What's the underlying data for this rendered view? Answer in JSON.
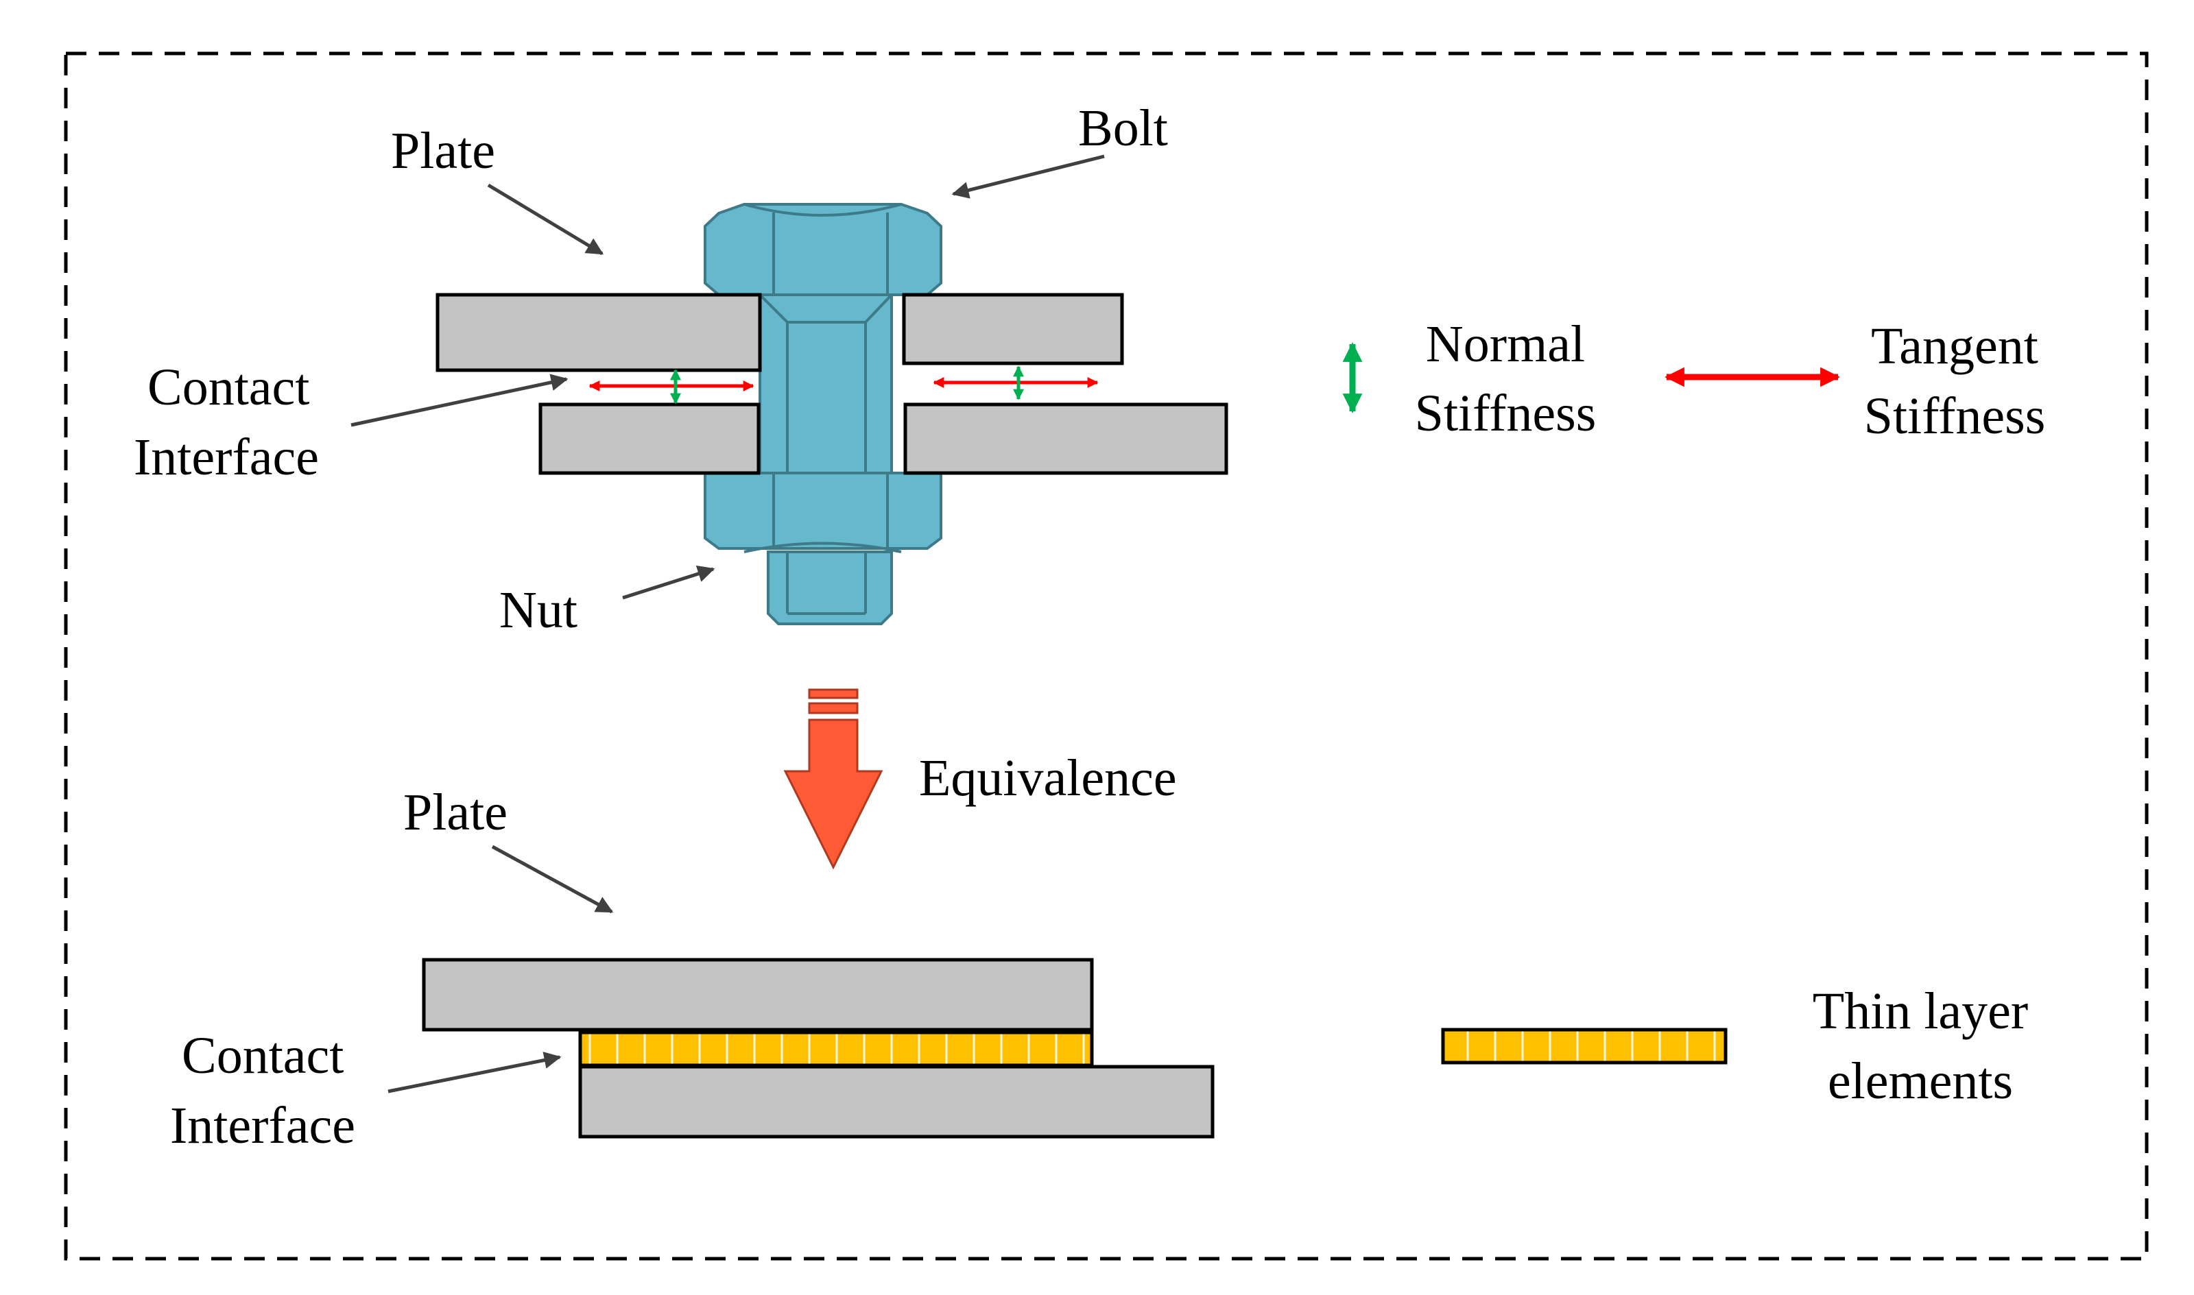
{
  "top": {
    "plate_label": "Plate",
    "bolt_label": "Bolt",
    "contact_label_line1": "Contact",
    "contact_label_line2": "Interface",
    "nut_label": "Nut"
  },
  "legend": {
    "normal_line1": "Normal",
    "normal_line2": "Stiffness",
    "tangent_line1": "Tangent",
    "tangent_line2": "Stiffness",
    "thin_line1": "Thin layer",
    "thin_line2": "elements"
  },
  "equivalence_label": "Equivalence",
  "bottom": {
    "plate_label": "Plate",
    "contact_label_line1": "Contact",
    "contact_label_line2": "Interface"
  },
  "colors": {
    "plate": "#c3c3c3",
    "bolt": "#66b8cc",
    "thin_layer": "#ffc000",
    "normal_arrow": "#00b050",
    "tangent_arrow": "#ff0000",
    "equivalence_arrow": "#ff5a36",
    "pointer": "#404040"
  }
}
